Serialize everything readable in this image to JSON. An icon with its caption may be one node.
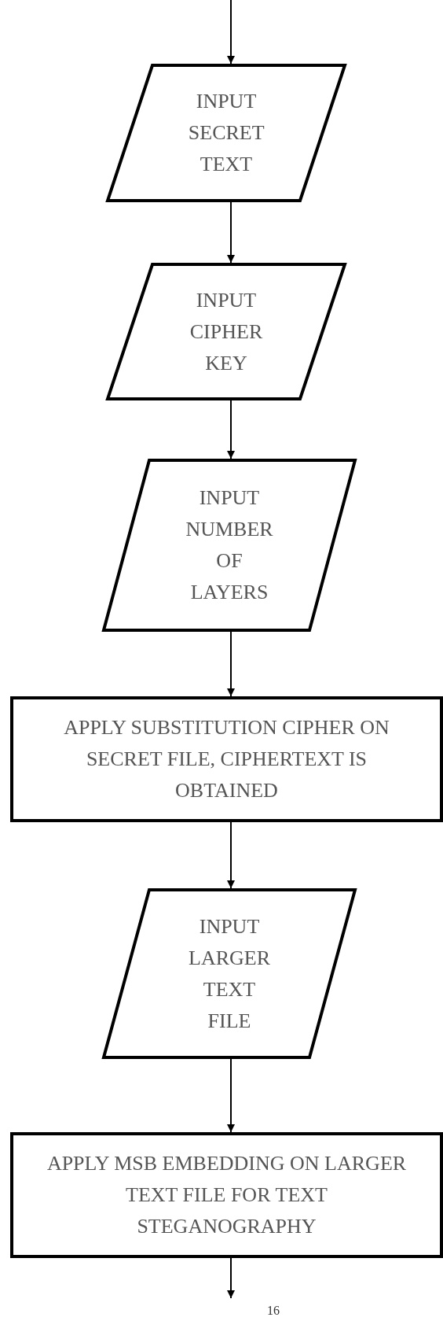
{
  "diagram": {
    "nodes": [
      {
        "text": [
          "INPUT SECRET TEXT"
        ]
      },
      {
        "text": [
          "INPUT CIPHER KEY"
        ]
      },
      {
        "text": [
          "INPUT NUMBER OF LAYERS"
        ]
      },
      {
        "text": [
          "APPLY SUBSTITUTION CIPHER ON SECRET FILE, CIPHERTEXT IS OBTAINED"
        ]
      },
      {
        "text": [
          "INPUT LARGER TEXT FILE"
        ]
      },
      {
        "text": [
          "APPLY MSB EMBEDDING ON LARGER TEXT FILE FOR TEXT STEGANOGRAPHY"
        ]
      }
    ],
    "edges": [
      {
        "from": null,
        "to": 0,
        "arrow": "to"
      },
      {
        "from": 0,
        "to": 1,
        "arrow": "to"
      },
      {
        "from": 1,
        "to": 2,
        "arrow": "to"
      },
      {
        "from": 2,
        "to": 3,
        "arrow": "to"
      },
      {
        "from": 3,
        "to": 4,
        "arrow": "to"
      },
      {
        "from": 4,
        "to": 5,
        "arrow": "to"
      },
      {
        "from": 5,
        "to": null,
        "arrow": "to"
      }
    ],
    "labels": [
      "16"
    ]
  }
}
